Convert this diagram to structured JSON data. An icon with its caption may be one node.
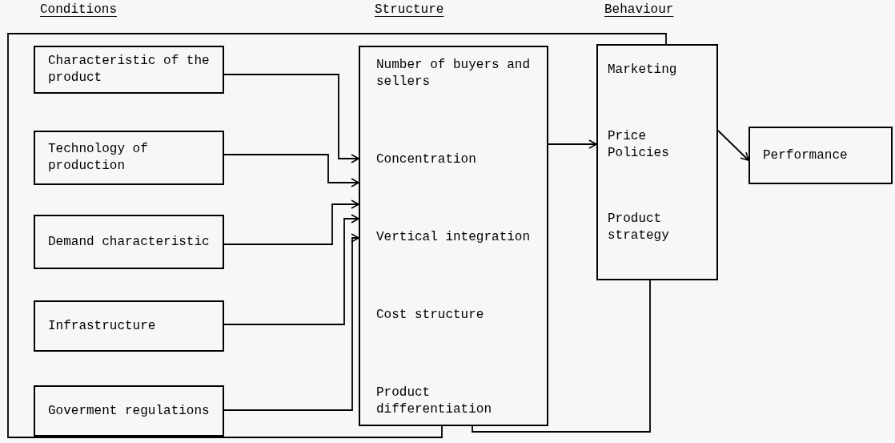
{
  "diagram": {
    "nodes": [
      {
        "text": [
          "Characteristic of the product"
        ]
      },
      {
        "text": [
          "Technology of production"
        ]
      },
      {
        "text": [
          "Demand characteristic"
        ]
      },
      {
        "text": [
          "Infrastructure"
        ]
      },
      {
        "text": [
          "Goverment regulations"
        ]
      },
      {
        "text": [
          "Number of buyers and sellers",
          "Concentration",
          "Vertical integration",
          "Cost structure",
          "Product differentiation"
        ]
      },
      {
        "text": [
          "Marketing",
          "Price Policies",
          "Product strategy"
        ]
      },
      {
        "text": [
          "Performance"
        ]
      }
    ],
    "edges": [
      {
        "from": 0,
        "to": 5,
        "arrow": "to"
      },
      {
        "from": 1,
        "to": 5,
        "arrow": "to"
      },
      {
        "from": 2,
        "to": 5,
        "arrow": "to"
      },
      {
        "from": 3,
        "to": 5,
        "arrow": "to"
      },
      {
        "from": 4,
        "to": 5,
        "arrow": "to"
      },
      {
        "from": 5,
        "to": 6,
        "arrow": "to"
      },
      {
        "from": 6,
        "to": 7,
        "arrow": "to"
      },
      {
        "from": 5,
        "to": 6,
        "arrow": "none"
      },
      {
        "from": 6,
        "to": 5,
        "arrow": "none"
      }
    ],
    "labels": [
      "Conditions",
      "Structure",
      "Behaviour"
    ]
  }
}
